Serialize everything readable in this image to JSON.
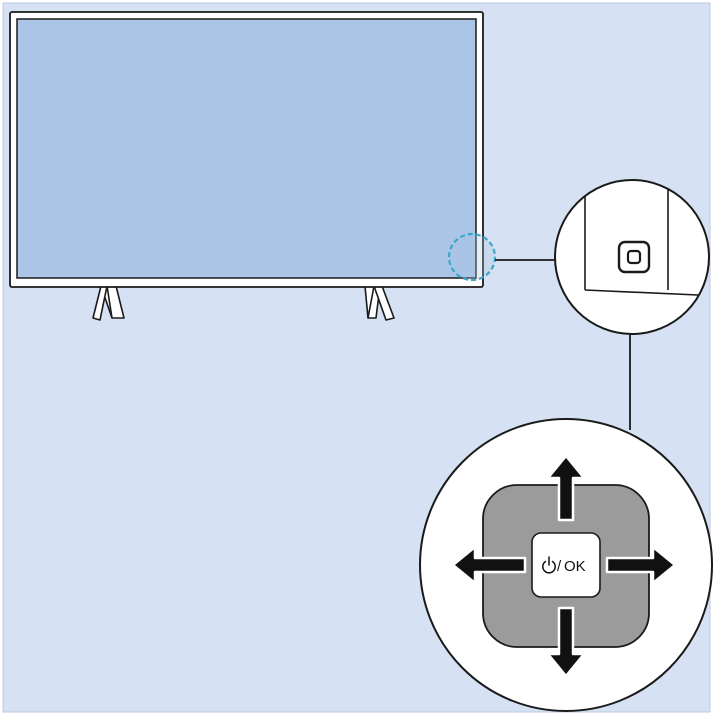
{
  "diagram": {
    "background_color": "#d6e2f3",
    "screen_color": "#aac5e6",
    "bezel_color": "#ffffff",
    "outline_color": "#1a1a1a",
    "callout_marker_color": "#3aa7c9",
    "control_pad_color": "#9b9b9b",
    "elements": {
      "tv": "television",
      "tv_button_detail": "tv-control-button-closeup",
      "control_pad": "jog-controller"
    },
    "control_pad": {
      "center_button_label": "OK",
      "center_button_icon": "power-icon",
      "directions": [
        "up",
        "down",
        "left",
        "right"
      ]
    }
  }
}
